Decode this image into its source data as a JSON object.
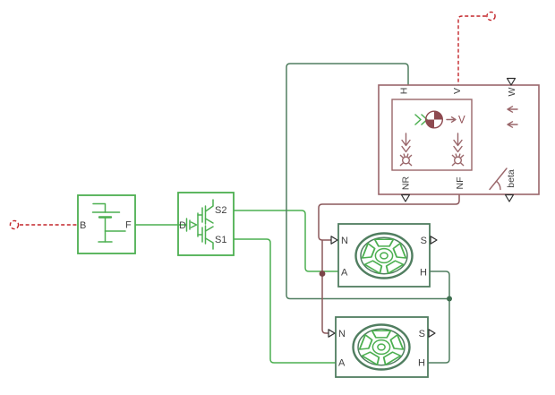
{
  "diagram_kind": "physical network block diagram (electric vehicle drivetrain)",
  "labels": {
    "battery": {
      "b": "B",
      "f": "F"
    },
    "converter": {
      "d": "D",
      "s2": "S2",
      "s1": "S1"
    },
    "body": {
      "h": "H",
      "v": "V",
      "w": "W",
      "nr": "NR",
      "nf": "NF",
      "beta": "beta",
      "cg_v": "V"
    },
    "wheel1": {
      "n": "N",
      "s": "S",
      "a": "A",
      "h": "H"
    },
    "wheel2": {
      "n": "N",
      "s": "S",
      "a": "A",
      "h": "H"
    }
  },
  "colors": {
    "background": "#ffffff",
    "bright_green": "#4CAF50",
    "dark_green": "#507E60",
    "maroon_block": "#9A666A",
    "maroon_wire": "#8C585C",
    "maroon_symbol": "#8E4A50",
    "red_dashed": "#C3262B",
    "junction_dot_maroon": "#7B4649",
    "junction_dot_green": "#3F6F50",
    "label_text": "#3f3f3f"
  }
}
